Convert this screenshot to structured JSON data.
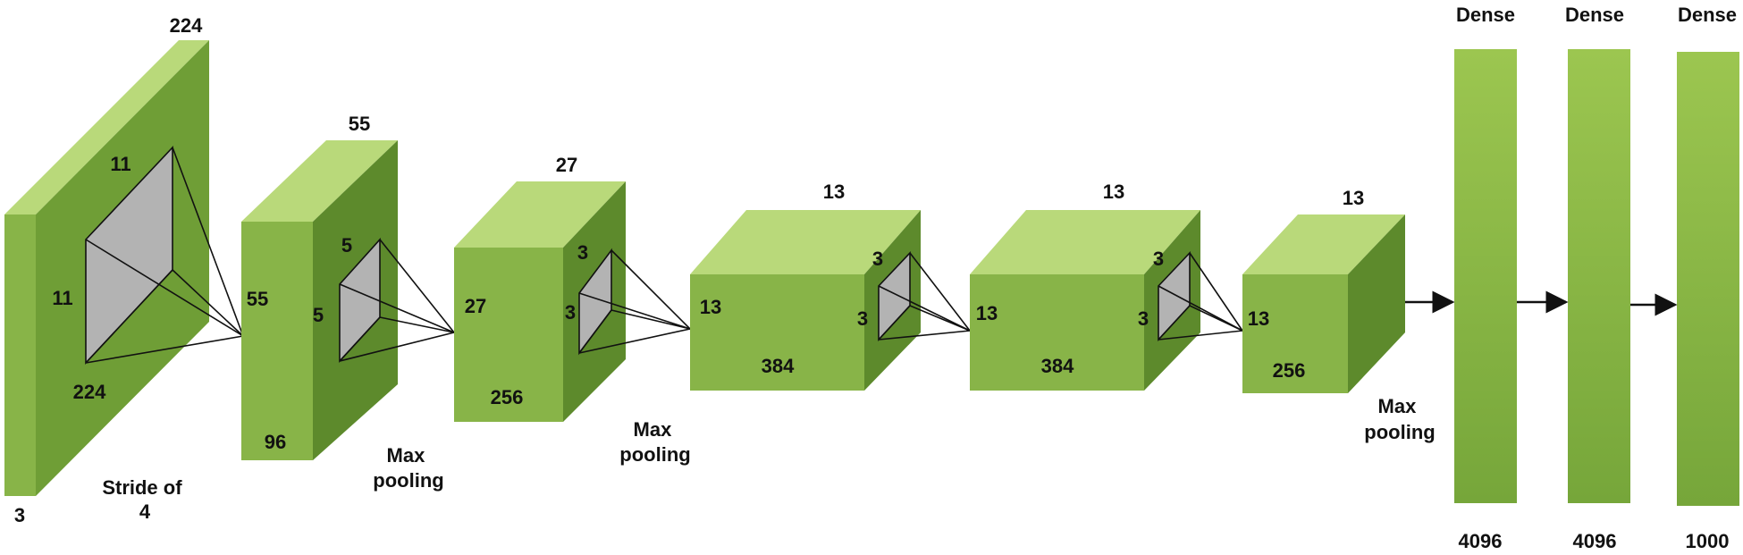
{
  "colors": {
    "front": "#88b448",
    "top": "#b9d97a",
    "side": "#5d8a2c",
    "kernel": "#b3b3b3",
    "kernel_dark": "#8f8f8f",
    "line": "#111111"
  },
  "layers": [
    {
      "label_top": "224",
      "label_left": "11",
      "label_bottom": "224",
      "label_depth": "3"
    },
    {
      "label_top": "55",
      "label_left": "55",
      "label_bottom": "96"
    },
    {
      "label_top": "27",
      "label_left": "27",
      "label_bottom": "256"
    },
    {
      "label_top": "13",
      "label_left": "13",
      "label_bottom": "384"
    },
    {
      "label_top": "13",
      "label_left": "13",
      "label_bottom": "384"
    },
    {
      "label_top": "13",
      "label_left": "13",
      "label_bottom": "256"
    }
  ],
  "kernels": [
    {
      "top_label": "11",
      "left_label": "11"
    },
    {
      "top_label": "5",
      "left_label": "5"
    },
    {
      "top_label": "3",
      "left_label": "3"
    },
    {
      "top_label": "3",
      "left_label": "3"
    },
    {
      "top_label": "3",
      "left_label": "3"
    }
  ],
  "captions": {
    "stride": [
      "Stride of",
      "4"
    ],
    "pool1": [
      "Max",
      "pooling"
    ],
    "pool2": [
      "Max",
      "pooling"
    ],
    "pool3": [
      "Max",
      "pooling"
    ]
  },
  "dense": [
    {
      "title": "Dense",
      "size": "4096"
    },
    {
      "title": "Dense",
      "size": "4096"
    },
    {
      "title": "Dense",
      "size": "1000"
    }
  ]
}
